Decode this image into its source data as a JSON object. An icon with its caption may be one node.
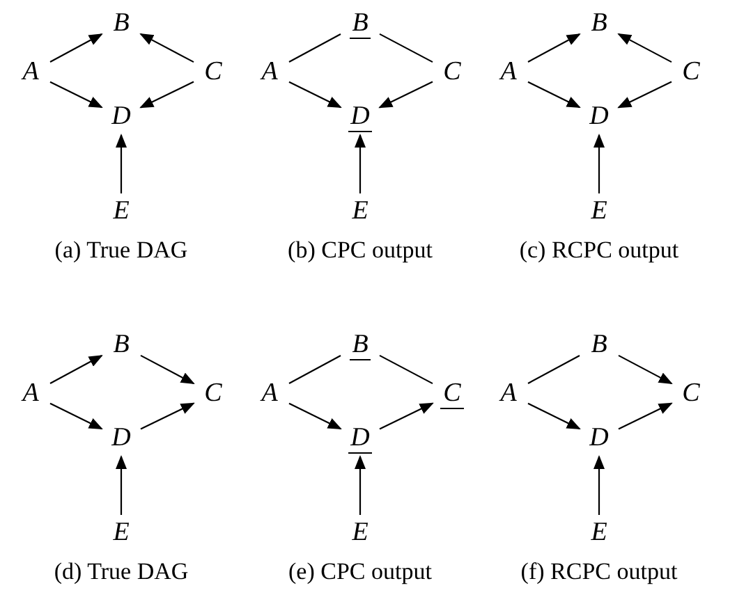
{
  "diagram": {
    "nodes": [
      {
        "text": [
          "B"
        ]
      },
      {
        "text": [
          "A"
        ]
      },
      {
        "text": [
          "C"
        ]
      },
      {
        "text": [
          "D"
        ]
      },
      {
        "text": [
          "E"
        ]
      },
      {
        "text": [
          "B"
        ]
      },
      {
        "text": [
          "A"
        ]
      },
      {
        "text": [
          "C"
        ]
      },
      {
        "text": [
          "D"
        ]
      },
      {
        "text": [
          "E"
        ]
      },
      {
        "text": [
          "B"
        ]
      },
      {
        "text": [
          "A"
        ]
      },
      {
        "text": [
          "C"
        ]
      },
      {
        "text": [
          "D"
        ]
      },
      {
        "text": [
          "E"
        ]
      },
      {
        "text": [
          "B"
        ]
      },
      {
        "text": [
          "A"
        ]
      },
      {
        "text": [
          "C"
        ]
      },
      {
        "text": [
          "D"
        ]
      },
      {
        "text": [
          "E"
        ]
      },
      {
        "text": [
          "B"
        ]
      },
      {
        "text": [
          "A"
        ]
      },
      {
        "text": [
          "C"
        ]
      },
      {
        "text": [
          "D"
        ]
      },
      {
        "text": [
          "E"
        ]
      },
      {
        "text": [
          "B"
        ]
      },
      {
        "text": [
          "A"
        ]
      },
      {
        "text": [
          "C"
        ]
      },
      {
        "text": [
          "D"
        ]
      },
      {
        "text": [
          "E"
        ]
      }
    ],
    "edges": [
      {
        "from": 1,
        "to": 0,
        "arrow": "to"
      },
      {
        "from": 1,
        "to": 3,
        "arrow": "to"
      },
      {
        "from": 2,
        "to": 0,
        "arrow": "to"
      },
      {
        "from": 2,
        "to": 3,
        "arrow": "to"
      },
      {
        "from": 4,
        "to": 3,
        "arrow": "to"
      },
      {
        "from": 6,
        "to": 5,
        "arrow": "none"
      },
      {
        "from": 5,
        "to": 7,
        "arrow": "none"
      },
      {
        "from": 6,
        "to": 8,
        "arrow": "to"
      },
      {
        "from": 7,
        "to": 8,
        "arrow": "to"
      },
      {
        "from": 9,
        "to": 8,
        "arrow": "to"
      },
      {
        "from": 11,
        "to": 10,
        "arrow": "to"
      },
      {
        "from": 11,
        "to": 13,
        "arrow": "to"
      },
      {
        "from": 12,
        "to": 10,
        "arrow": "to"
      },
      {
        "from": 12,
        "to": 13,
        "arrow": "to"
      },
      {
        "from": 14,
        "to": 13,
        "arrow": "to"
      },
      {
        "from": 16,
        "to": 15,
        "arrow": "to"
      },
      {
        "from": 16,
        "to": 18,
        "arrow": "to"
      },
      {
        "from": 15,
        "to": 17,
        "arrow": "to"
      },
      {
        "from": 18,
        "to": 17,
        "arrow": "to"
      },
      {
        "from": 19,
        "to": 18,
        "arrow": "to"
      },
      {
        "from": 21,
        "to": 20,
        "arrow": "none"
      },
      {
        "from": 20,
        "to": 22,
        "arrow": "none"
      },
      {
        "from": 21,
        "to": 23,
        "arrow": "to"
      },
      {
        "from": 23,
        "to": 22,
        "arrow": "to"
      },
      {
        "from": 24,
        "to": 23,
        "arrow": "to"
      },
      {
        "from": 26,
        "to": 25,
        "arrow": "none"
      },
      {
        "from": 25,
        "to": 27,
        "arrow": "to"
      },
      {
        "from": 26,
        "to": 28,
        "arrow": "to"
      },
      {
        "from": 28,
        "to": 27,
        "arrow": "to"
      },
      {
        "from": 29,
        "to": 28,
        "arrow": "to"
      }
    ],
    "labels": [
      "(a) True DAG",
      "(b) CPC output",
      "(c) RCPC output",
      "(d) True DAG",
      "(e) CPC output",
      "(f) RCPC output"
    ]
  }
}
